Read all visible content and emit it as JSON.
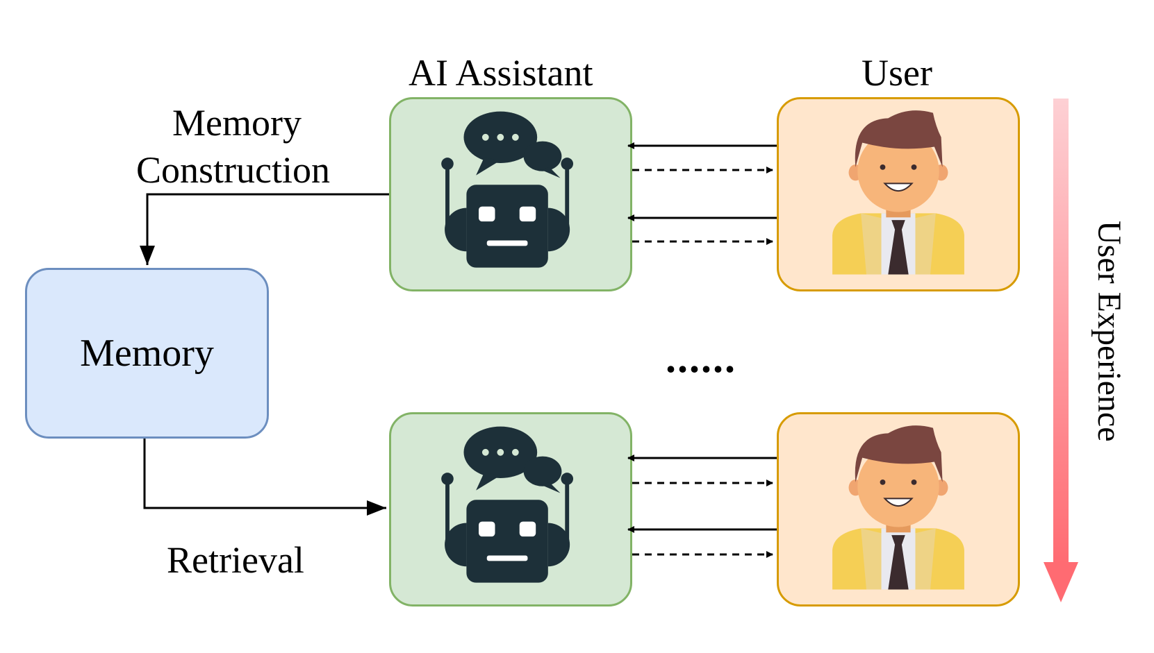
{
  "labels": {
    "ai_assistant": "AI Assistant",
    "user": "User",
    "memory_construction_line1": "Memory",
    "memory_construction_line2": "Construction",
    "memory": "Memory",
    "retrieval": "Retrieval",
    "ellipsis": "......",
    "user_experience": "User Experience"
  },
  "icons": {
    "assistant": "robot-chat-icon",
    "user": "businessman-avatar-icon"
  },
  "colors": {
    "assistant_fill": "#d5e8d4",
    "assistant_border": "#82b366",
    "user_fill": "#ffe6cc",
    "user_border": "#d79b00",
    "memory_fill": "#dae8fc",
    "memory_border": "#6c8ebf",
    "experience_arrow_top": "#fdd0d4",
    "experience_arrow_bottom": "#ff6b72"
  }
}
